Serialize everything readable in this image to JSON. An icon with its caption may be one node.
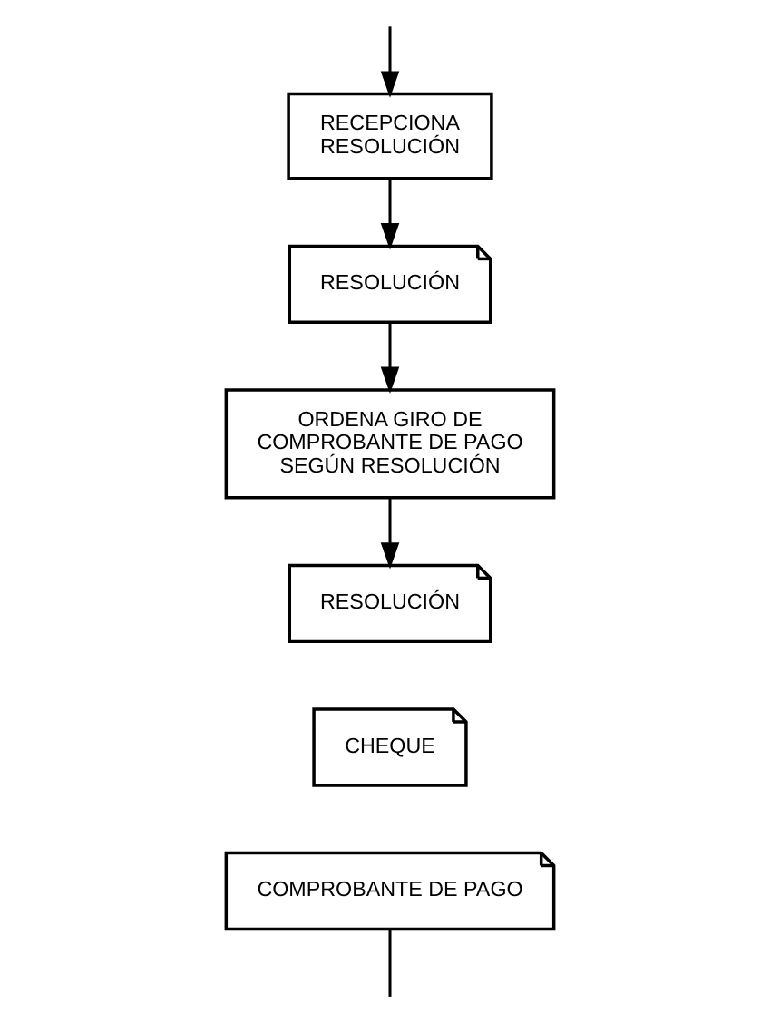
{
  "diagram": {
    "nodes": [
      {
        "text": [
          "RECEPCIONA RESOLUCIÓN"
        ]
      },
      {
        "text": [
          "RESOLUCIÓN"
        ]
      },
      {
        "text": [
          "ORDENA GIRO DE COMPROBANTE DE PAGO SEGÚN RESOLUCIÓN"
        ]
      },
      {
        "text": [
          "RESOLUCIÓN"
        ]
      },
      {
        "text": [
          "CHEQUE"
        ]
      },
      {
        "text": [
          "COMPROBANTE DE PAGO"
        ]
      }
    ],
    "edges": [
      {
        "from": null,
        "to": 0,
        "arrow": "to"
      },
      {
        "from": 0,
        "to": 1,
        "arrow": "to"
      },
      {
        "from": 1,
        "to": 2,
        "arrow": "to"
      },
      {
        "from": 2,
        "to": 3,
        "arrow": "to"
      },
      {
        "from": 5,
        "to": null,
        "arrow": "none"
      }
    ]
  }
}
